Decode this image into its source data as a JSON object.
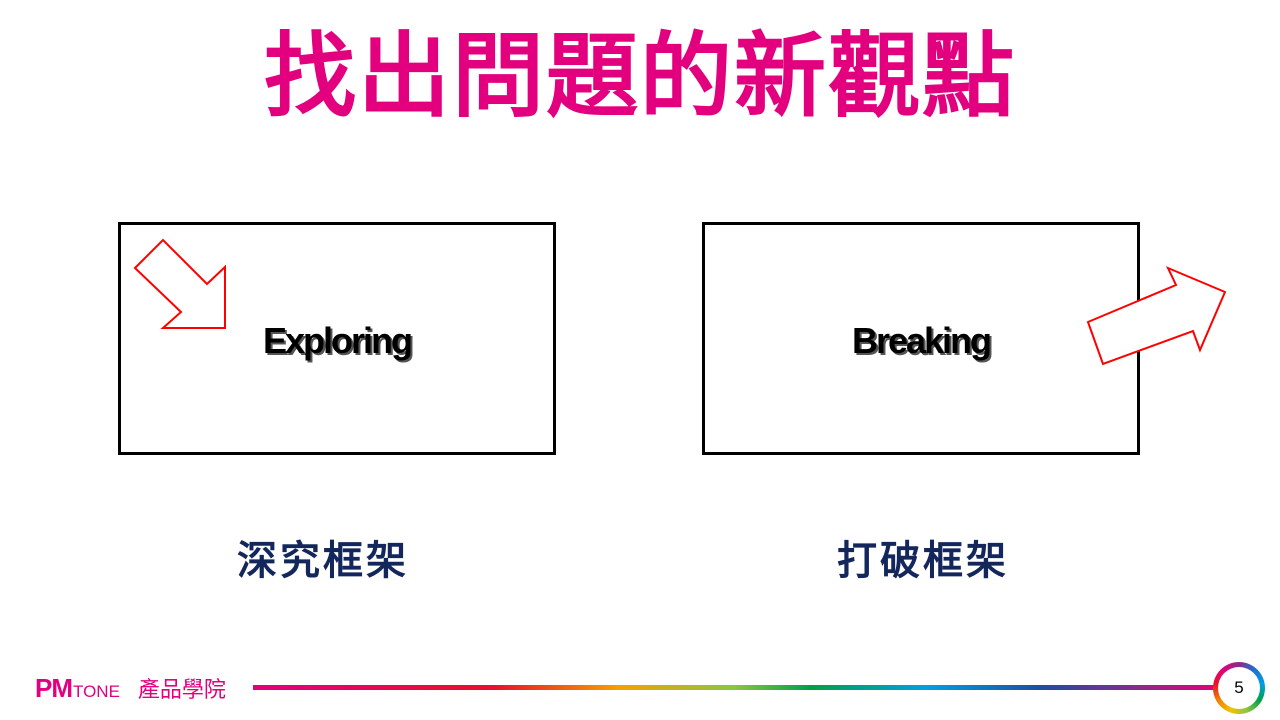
{
  "title": "找出問題的新觀點",
  "cards": [
    {
      "box_text": "Exploring",
      "label": "深究框架",
      "arrow": "arrow-down-right"
    },
    {
      "box_text": "Breaking",
      "label": "打破框架",
      "arrow": "arrow-up-right"
    }
  ],
  "footer": {
    "logo_pm": "PM",
    "logo_tone": "TONE",
    "academy": "產品學院",
    "page_number": "5"
  },
  "colors": {
    "title": "#E2007F",
    "label": "#13275c",
    "arrow": "#ff0000"
  }
}
